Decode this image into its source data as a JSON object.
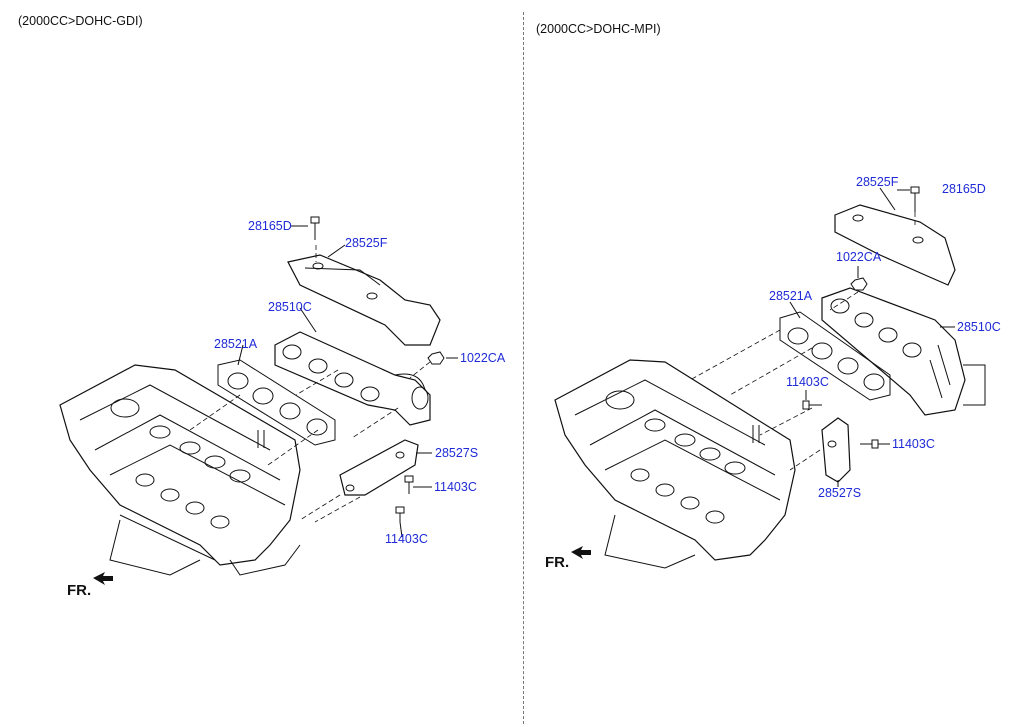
{
  "panels": {
    "left_title": "(2000CC>DOHC-GDI)",
    "right_title": "(2000CC>DOHC-MPI)"
  },
  "left_labels": {
    "p28165D": "28165D",
    "p28525F": "28525F",
    "p28510C": "28510C",
    "p28521A": "28521A",
    "p1022CA": "1022CA",
    "p28527S": "28527S",
    "p11403C_a": "11403C",
    "p11403C_b": "11403C"
  },
  "right_labels": {
    "p28525F": "28525F",
    "p28165D": "28165D",
    "p1022CA": "1022CA",
    "p28521A": "28521A",
    "p28510C": "28510C",
    "p11403C_a": "11403C",
    "p11403C_b": "11403C",
    "p28527S": "28527S"
  },
  "direction": {
    "left": "FR.",
    "right": "FR."
  },
  "colors": {
    "callout": "#1f2bd6",
    "line": "#111111",
    "divider": "#777777"
  }
}
